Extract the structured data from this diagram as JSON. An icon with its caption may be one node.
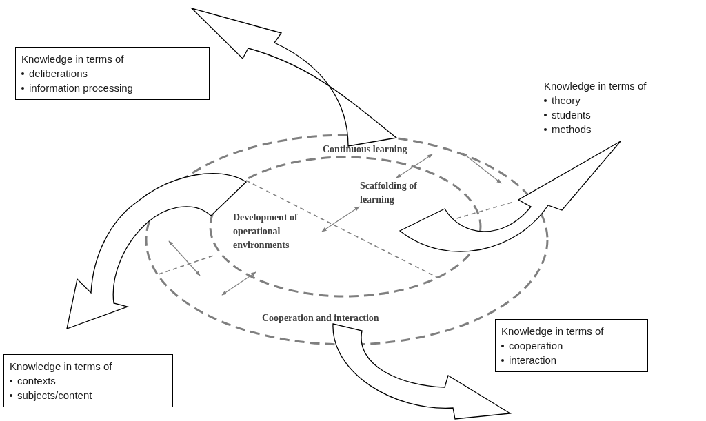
{
  "diagram": {
    "nodes": [
      {
        "text": [
          "Knowledge in terms of",
          "deliberations",
          "information processing"
        ]
      },
      {
        "text": [
          "Knowledge in terms of",
          "theory",
          "students",
          "methods"
        ]
      },
      {
        "text": [
          "Knowledge in terms of",
          "contexts",
          "subjects/content"
        ]
      },
      {
        "text": [
          "Knowledge in terms of",
          "cooperation",
          "interaction"
        ]
      }
    ],
    "labels": [
      "Continuous learning",
      "Scaffolding of learning",
      "Development of operational environments",
      "Cooperation and interaction"
    ]
  }
}
